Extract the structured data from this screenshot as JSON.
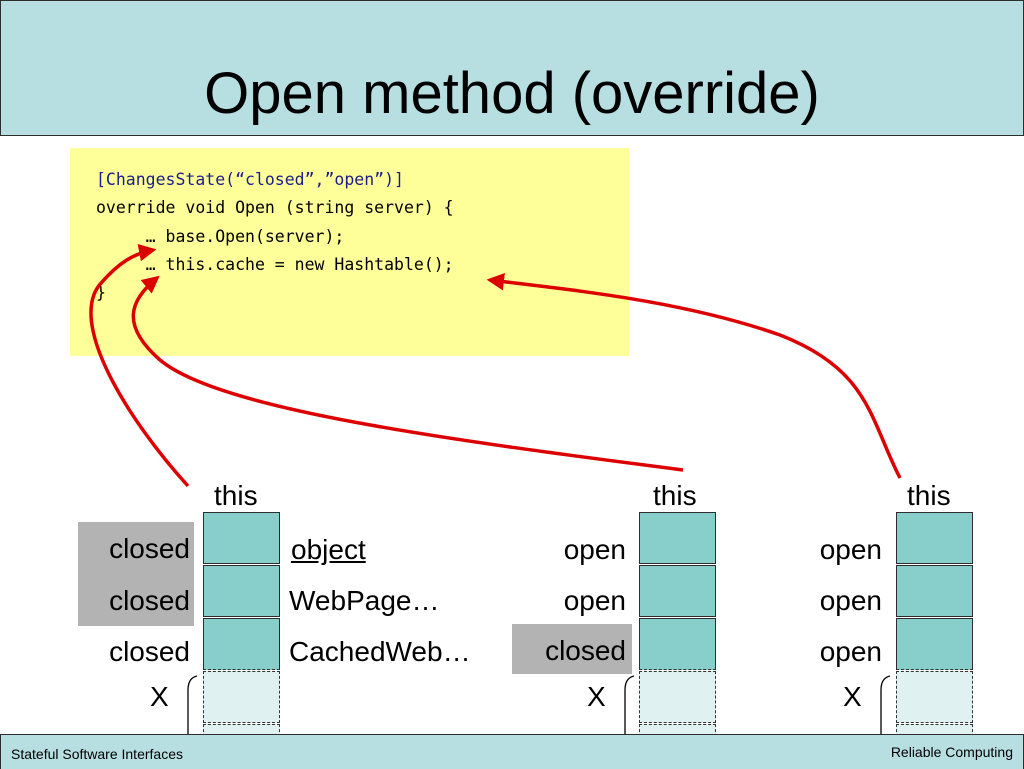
{
  "slide": {
    "title": "Open method (override)"
  },
  "code": {
    "lines": [
      "[ChangesState(“closed”,”open”)]",
      "override void Open (string server) {",
      "     … base.Open(server);",
      "     … this.cache = new Hashtable();",
      "}"
    ]
  },
  "stacks": [
    {
      "header": "this",
      "rows": [
        {
          "left": "closed",
          "right": "object"
        },
        {
          "left": "closed",
          "right": "WebPage…"
        },
        {
          "left": "closed",
          "right": "CachedWeb…"
        }
      ],
      "x_label": "X"
    },
    {
      "header": "this",
      "rows": [
        {
          "left": "open"
        },
        {
          "left": "open"
        },
        {
          "left": "closed"
        }
      ],
      "x_label": "X"
    },
    {
      "header": "this",
      "rows": [
        {
          "left": "open"
        },
        {
          "left": "open"
        },
        {
          "left": "open"
        }
      ],
      "x_label": "X"
    }
  ],
  "colors": {
    "title_bg": "#b7dfe2",
    "code_bg": "#ffff99",
    "cell_fill": "#88cfcb",
    "highlight": "#b3b3b3",
    "arrow": "#dd0000"
  },
  "footer": {
    "left": "Stateful Software Interfaces",
    "right": "Reliable Computing"
  }
}
